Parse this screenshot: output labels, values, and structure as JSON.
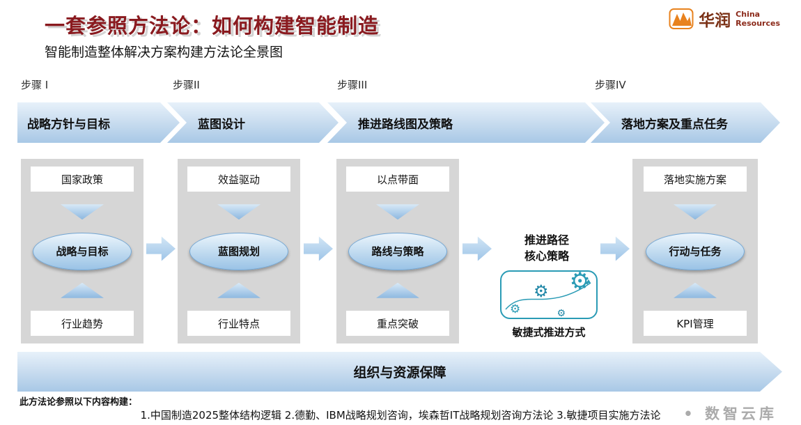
{
  "header": {
    "title": "一套参照方法论：如何构建智能制造",
    "subtitle": "智能制造整体解决方案构建方法论全景图",
    "logo": {
      "brand": "华润",
      "name_line1": "China",
      "name_line2": "Resources"
    }
  },
  "steps": [
    "步骤 I",
    "步骤II",
    "步骤III",
    "步骤IV"
  ],
  "banners": [
    "战略方针与目标",
    "蓝图设计",
    "推进路线图及策略",
    "落地方案及重点任务"
  ],
  "panels": [
    {
      "top": "国家政策",
      "center": "战略与目标",
      "bottom": "行业趋势"
    },
    {
      "top": "效益驱动",
      "center": "蓝图规划",
      "bottom": "行业特点"
    },
    {
      "top": "以点带面",
      "center": "路线与策略",
      "bottom": "重点突破"
    },
    {
      "top": "落地实施方案",
      "center": "行动与任务",
      "bottom": "KPI管理"
    }
  ],
  "middle": {
    "line1": "推进路径",
    "line2": "核心策略",
    "agile_label": "敏捷式推进方式",
    "gear_icon": "⚙"
  },
  "bottom_banner": "组织与资源保障",
  "footer": {
    "intro": "此方法论参照以下内容构建：",
    "refs": "1.中国制造2025整体结构逻辑 2.德勤、IBM战略规划咨询，埃森哲IT战略规划咨询方法论 3.敏捷项目实施方法论"
  },
  "watermark": "• 数智云库",
  "colors": {
    "title_red": "#8a1a1f",
    "banner_blue_light": "#e7f1fa",
    "banner_blue_dark": "#a8c8e6",
    "panel_gray": "#d6d6d6",
    "teal": "#2a9bb5",
    "logo_orange": "#e8821e"
  }
}
